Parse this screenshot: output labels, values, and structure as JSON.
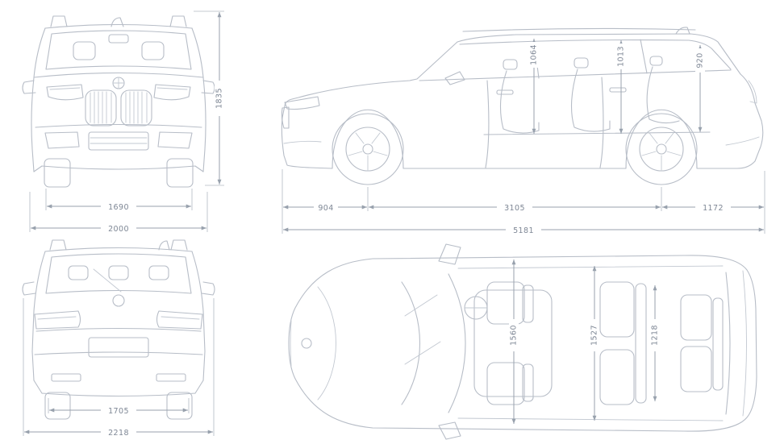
{
  "colors": {
    "outline": "#b7bdc7",
    "dimension_line": "#98a1ad",
    "dimension_text": "#7e8795",
    "background": "#ffffff"
  },
  "views": {
    "front": {
      "dims": {
        "track": "1690",
        "overall_width": "2000",
        "overall_height": "1835"
      }
    },
    "side": {
      "dims": {
        "front_overhang": "904",
        "wheelbase": "3105",
        "rear_overhang": "1172",
        "overall_length": "5181",
        "front_headroom": "1064",
        "middle_headroom": "1013",
        "rear_headroom": "920"
      }
    },
    "rear": {
      "dims": {
        "rear_track": "1705",
        "width_with_mirrors": "2218"
      }
    },
    "top": {
      "dims": {
        "front_shoulder": "1560",
        "middle_shoulder": "1527",
        "rear_shoulder": "1218"
      }
    }
  }
}
